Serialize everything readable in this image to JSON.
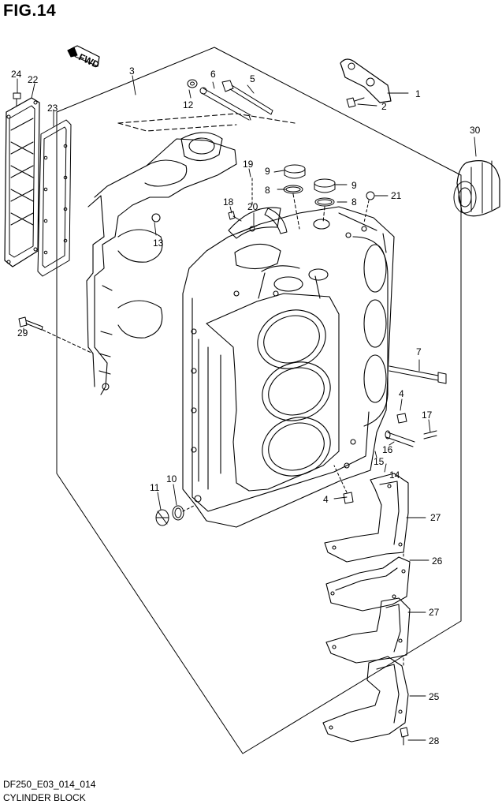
{
  "figure": {
    "title": "FIG.14",
    "direction_label": "FWD"
  },
  "caption": {
    "code": "DF250_E03_014_014",
    "name": "CYLINDER BLOCK"
  },
  "callouts": {
    "c1": "1",
    "c2": "2",
    "c3": "3",
    "c4a": "4",
    "c4b": "4",
    "c5": "5",
    "c6": "6",
    "c7": "7",
    "c8a": "8",
    "c8b": "8",
    "c9a": "9",
    "c9b": "9",
    "c10": "10",
    "c11": "11",
    "c12": "12",
    "c13": "13",
    "c14": "14",
    "c15": "15",
    "c16": "16",
    "c17": "17",
    "c18": "18",
    "c19": "19",
    "c20": "20",
    "c21": "21",
    "c22": "22",
    "c23": "23",
    "c24": "24",
    "c25": "25",
    "c26": "26",
    "c27a": "27",
    "c27b": "27",
    "c28": "28",
    "c29": "29",
    "c30": "30"
  },
  "colors": {
    "line": "#000000",
    "background": "#ffffff"
  }
}
